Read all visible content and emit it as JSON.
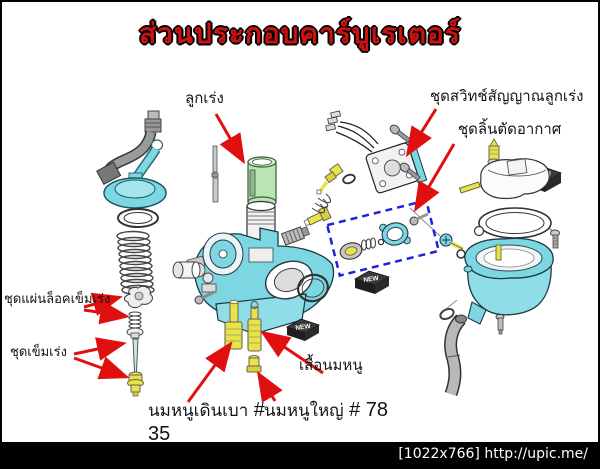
{
  "title": "ส่วนประกอบคาร์บูเรเตอร์",
  "watermark": "[1022x766] http://upic.me/",
  "badge": "NEW",
  "labels": {
    "throttle_slide": "ลูกเร่ง",
    "throttle_switch_set": "ชุดสวิทช์สัญญาณลูกเร่ง",
    "air_cut_valve_set": "ชุดลิ้นตัดอากาศ",
    "needle_lock_plate_set": "ชุดแผ่นล็อคเข็มเร่ง",
    "jet_needle_set": "ชุดเข็มเร่ง",
    "jet_housing": "เสื้อนมหนู",
    "idle_jet_name": "นมหนูเดินเบา",
    "idle_jet_hash": "#",
    "idle_jet_value": "35",
    "main_jet_name": "นมหนูใหญ่",
    "main_jet_number": "# 78"
  },
  "colors": {
    "title_red": "#cc1111",
    "arrow_red": "#e01010",
    "part_cyan": "#7cd7e2",
    "part_green": "#b9e4b4",
    "part_yellow": "#e8e34a",
    "dashed_box_blue": "#2020dd"
  }
}
